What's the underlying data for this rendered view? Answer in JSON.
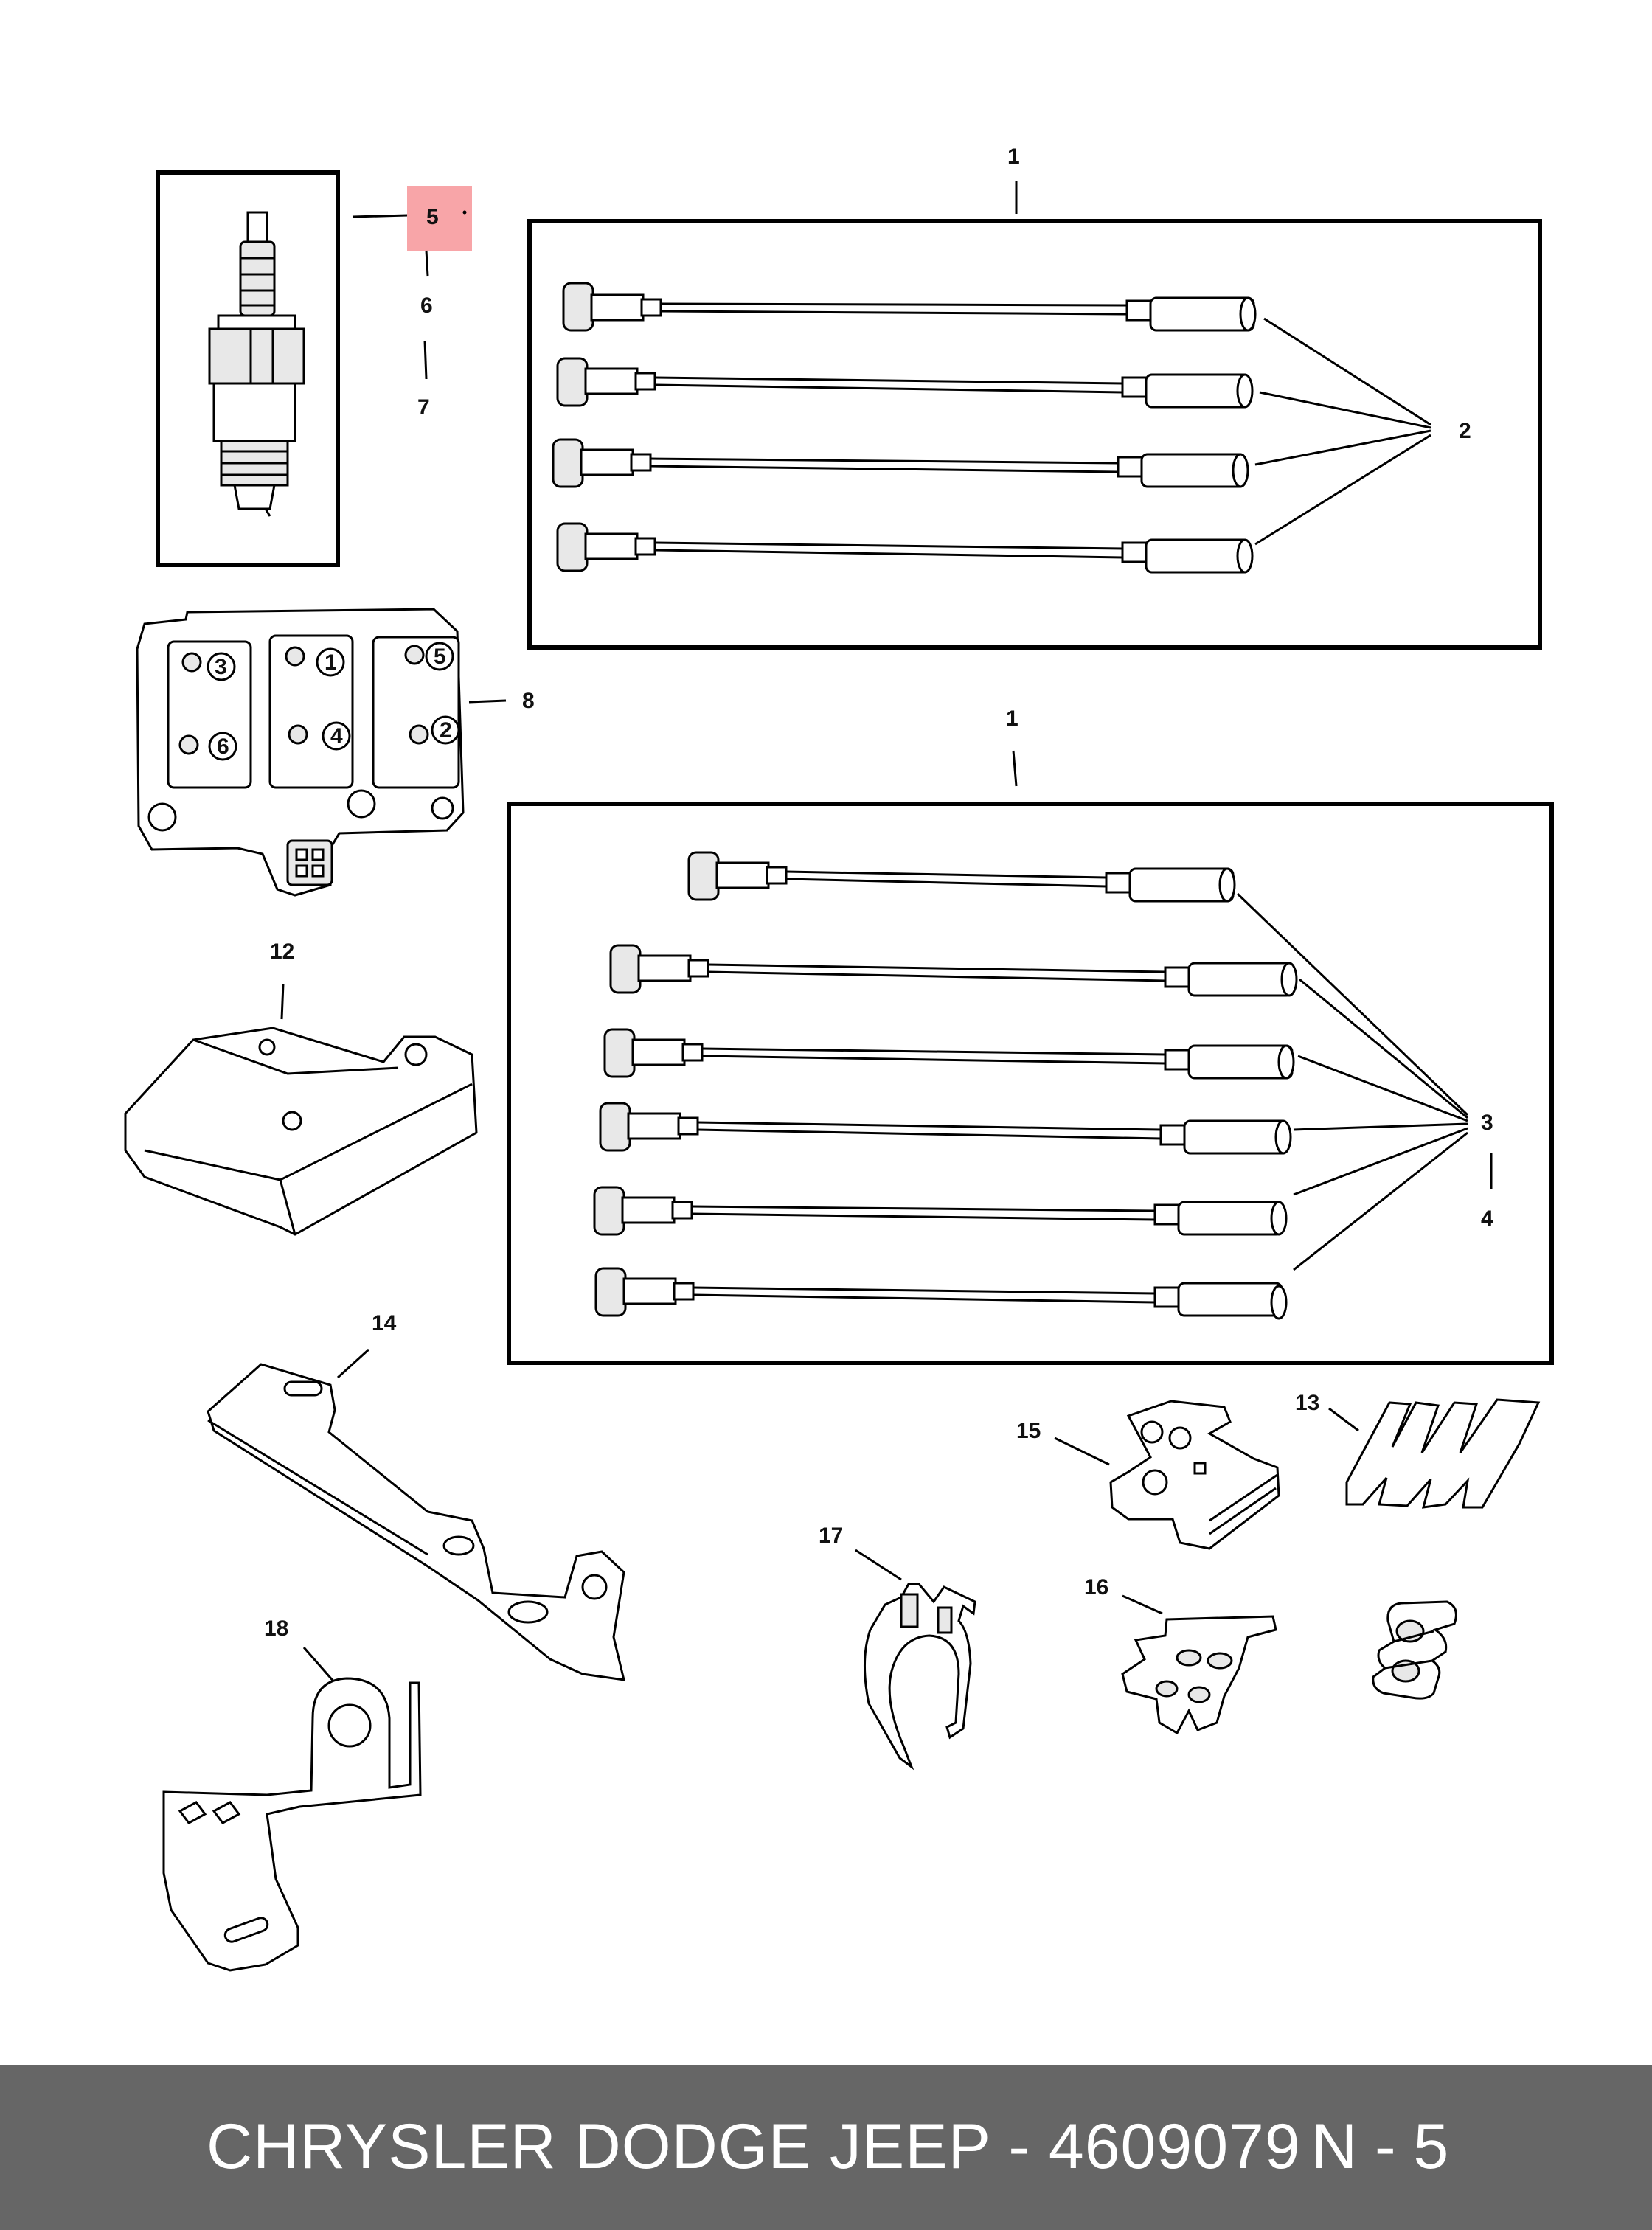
{
  "callouts": {
    "c1a": "1",
    "c1b": "1",
    "c2": "2",
    "c3": "3",
    "c4": "4",
    "c5": "5",
    "c6": "6",
    "c7": "7",
    "c8": "8",
    "c12": "12",
    "c13": "13",
    "c14": "14",
    "c15": "15",
    "c16": "16",
    "c17": "17",
    "c18": "18"
  },
  "coil_terminals": {
    "t3": "3",
    "t1": "1",
    "t5": "5",
    "t6": "6",
    "t4": "4",
    "t2": "2"
  },
  "highlight_color": "#f8a5a8",
  "footer": {
    "title": "CHRYSLER DODGE JEEP - 4609079",
    "page": "N - 5"
  }
}
